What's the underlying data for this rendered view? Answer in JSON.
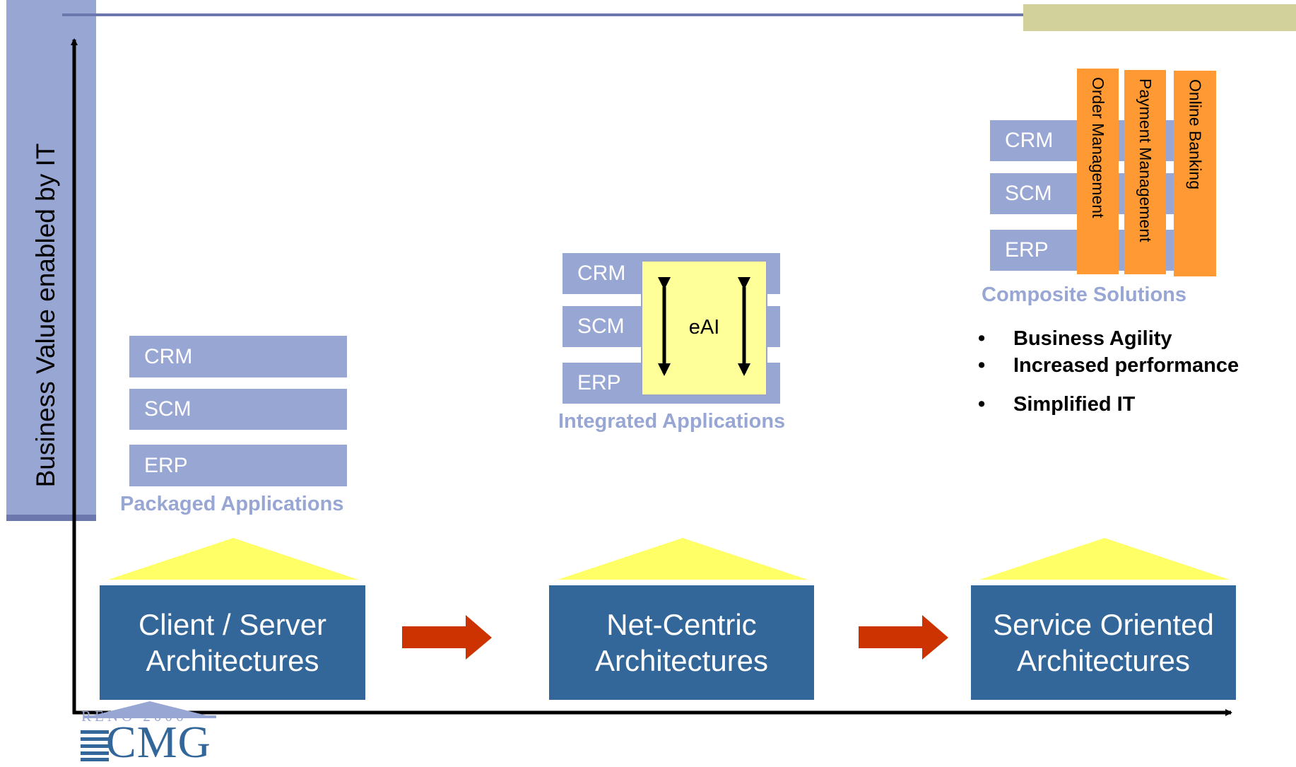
{
  "y_axis_label": "Business Value enabled by IT",
  "colors": {
    "app_bar": "#98a6d3",
    "architecture_box": "#336699",
    "progress_arrow": "#cc3300",
    "roof": "#ffff66",
    "eai_box": "#ffff99",
    "composite_tab": "#ff9933",
    "header_accent": "#d3d19b"
  },
  "stages": [
    {
      "architecture": [
        "Client / Server",
        "Architectures"
      ],
      "apps": [
        "CRM",
        "SCM",
        "ERP"
      ],
      "caption": "Packaged Applications"
    },
    {
      "architecture": [
        "Net-Centric",
        "Architectures"
      ],
      "apps": [
        "CRM",
        "SCM",
        "ERP"
      ],
      "integration_label": "eAI",
      "caption": "Integrated Applications"
    },
    {
      "architecture": [
        "Service Oriented",
        "Architectures"
      ],
      "apps": [
        "CRM",
        "SCM",
        "ERP"
      ],
      "composite_services": [
        "Order Management",
        "Payment Management",
        "Online Banking"
      ],
      "caption": "Composite Solutions"
    }
  ],
  "benefits": [
    "Business Agility",
    "Increased performance",
    "Simplified IT"
  ],
  "bullet_glyph": "•",
  "logo": {
    "reno": "RENO 2006",
    "cmg": "CMG"
  }
}
